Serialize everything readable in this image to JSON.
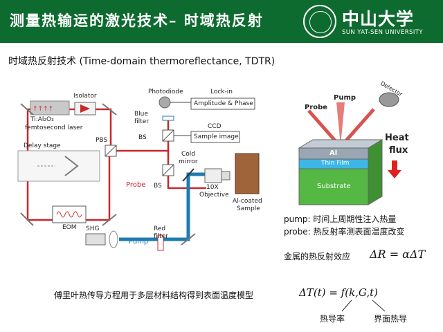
{
  "header": {
    "title": "测量热输运的激光技术– 时域热反射",
    "logo_name": "中山大学",
    "logo_en": "SUN YAT-SEN UNIVERSITY",
    "color": "#0e6b2f"
  },
  "subtitle": "时域热反射技术 (Time-domain thermoreflectance, TDTR)",
  "setup": {
    "laser": "Ti:Al₂O₃",
    "laser_sub": "femtosecond laser",
    "isolator": "Isolator",
    "pbs": "PBS",
    "delay_stage": "Delay stage",
    "eom": "EOM",
    "shg": "SHG",
    "pump": "Pump",
    "red_filter_1": "Red",
    "red_filter_2": "filter",
    "probe": "Probe",
    "bs_top": "BS",
    "bs_bottom": "BS",
    "photodiode": "Photodiode",
    "lockin": "Lock-in",
    "amp_phase": "Amplitude & Phase",
    "blue_filter_1": "Blue",
    "blue_filter_2": "filter",
    "ccd": "CCD",
    "sample_image": "Sample image",
    "cold_mirror_1": "Cold",
    "cold_mirror_2": "mirror",
    "objective_1": "10X",
    "objective_2": "Objective",
    "sample_1": "Al-coated",
    "sample_2": "Sample",
    "red_color": "#c8282a",
    "blue_color": "#1f7bb0"
  },
  "sample_diagram": {
    "probe": "Probe",
    "pump": "Pump",
    "detector": "Detector",
    "heat": "Heat",
    "flux": "flux",
    "al": "Al",
    "thin_film": "Thin Film",
    "substrate": "Substrate",
    "al_color": "#9aa7b3",
    "film_color": "#3db6e8",
    "substrate_color": "#55b844"
  },
  "notes": {
    "pump_line": "pump: 时间上周期性注入热量",
    "probe_line": "probe: 热反射率测表面温度改变",
    "effect_label": "金属的热反射效应",
    "effect_formula": "ΔR = αΔT",
    "model_text": "傅里叶热传导方程用于多层材料结构得到表面温度模型",
    "model_formula": "ΔT(t) = f(k,G,t)",
    "k_label": "热导率",
    "g_label": "界面热导"
  }
}
